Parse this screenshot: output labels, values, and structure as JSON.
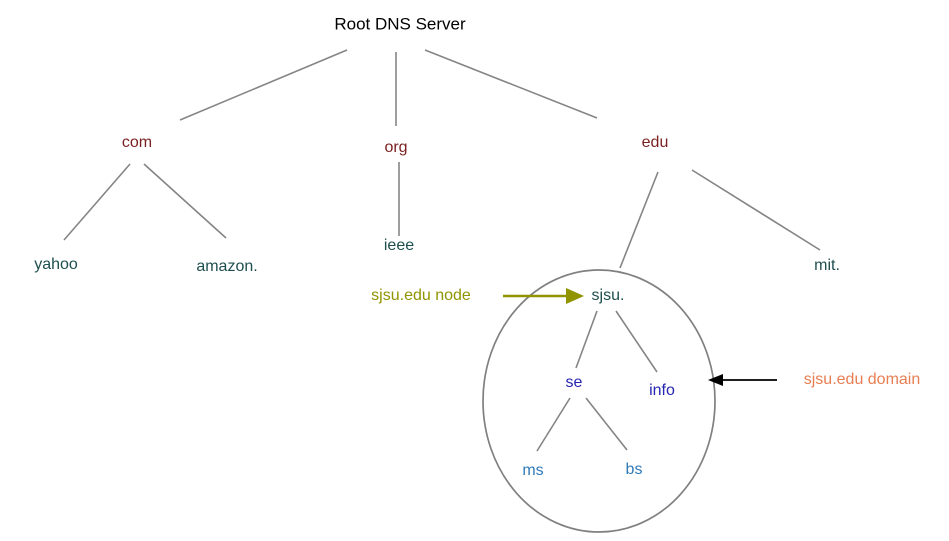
{
  "diagram_title": "Root DNS Server",
  "nodes": {
    "root": "Root DNS Server",
    "com": "com",
    "org": "org",
    "edu": "edu",
    "yahoo": "yahoo",
    "amazon": "amazon.",
    "ieee": "ieee",
    "sjsu": "sjsu.",
    "mit": "mit.",
    "se": "se",
    "info": "info",
    "ms": "ms",
    "bs": "bs"
  },
  "annotations": {
    "node_label": "sjsu.edu node",
    "domain_label": "sjsu.edu domain"
  },
  "hierarchy": {
    "label": "Root DNS Server",
    "children": [
      {
        "label": "com",
        "children": [
          {
            "label": "yahoo"
          },
          {
            "label": "amazon."
          }
        ]
      },
      {
        "label": "org",
        "children": [
          {
            "label": "ieee"
          }
        ]
      },
      {
        "label": "edu",
        "children": [
          {
            "label": "sjsu.",
            "annotation": "sjsu.edu node",
            "domain_annotation": "sjsu.edu domain",
            "children": [
              {
                "label": "se",
                "children": [
                  {
                    "label": "ms"
                  },
                  {
                    "label": "bs"
                  }
                ]
              },
              {
                "label": "info"
              }
            ]
          },
          {
            "label": "mit."
          }
        ]
      }
    ]
  },
  "colors": {
    "root_text": "#000000",
    "tld_text": "#7a1f1f",
    "second_level_text": "#1f4e4e",
    "third_level_text": "#2626b2",
    "fourth_level_text": "#2f7ab8",
    "node_annotation": "#909400",
    "domain_annotation": "#e87e52",
    "edge_line": "#858585",
    "ellipse_stroke": "#808080",
    "domain_arrow": "#000000",
    "background": "#ffffff"
  }
}
